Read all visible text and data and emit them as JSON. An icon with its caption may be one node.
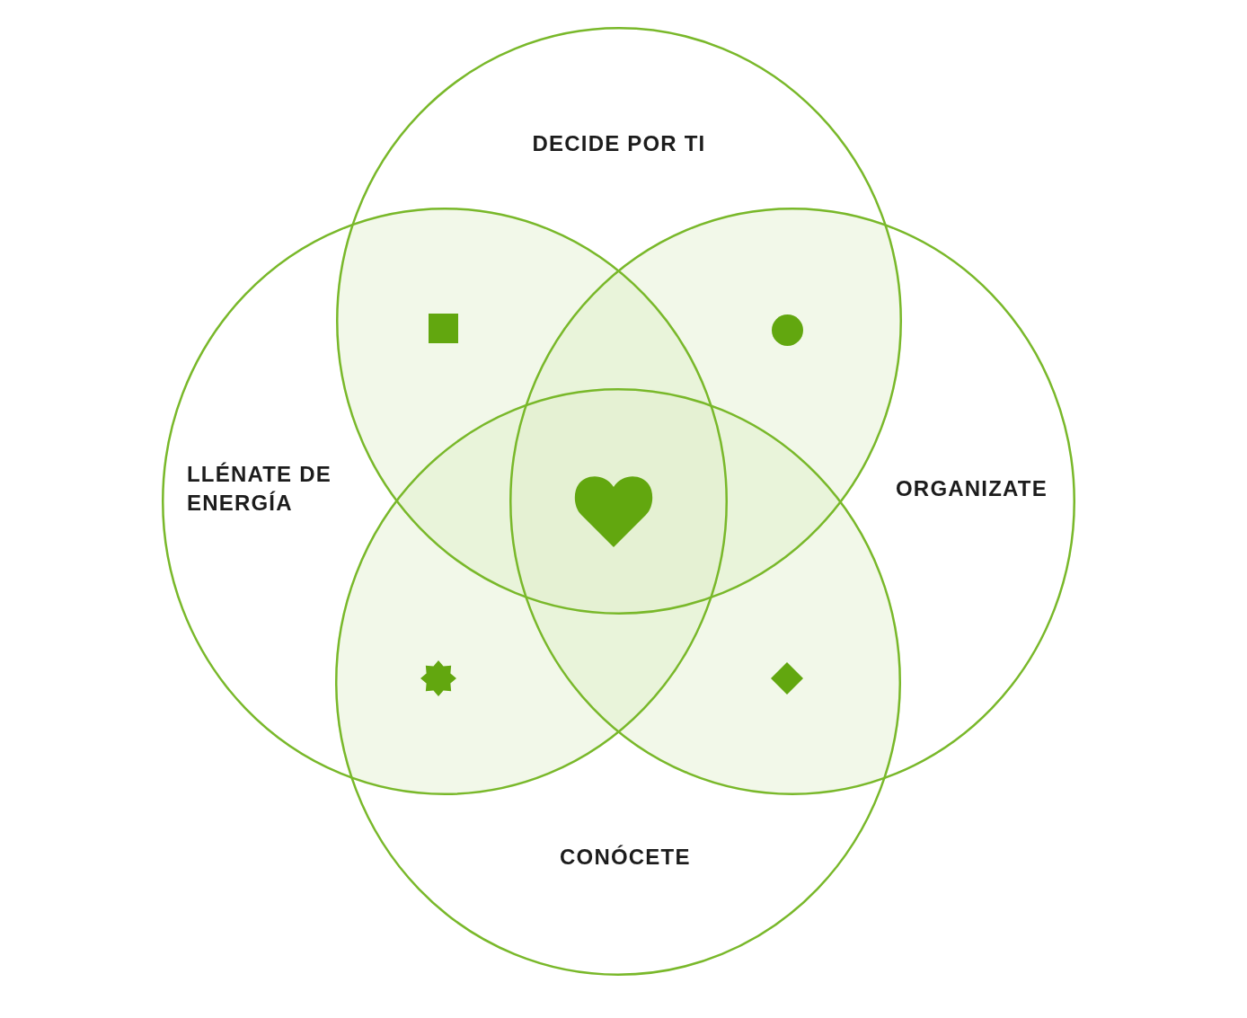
{
  "diagram": {
    "nodes": [
      {
        "text": [
          "DECIDE POR TI"
        ]
      },
      {
        "text": [
          "LLÉNATE DE ENERGÍA"
        ]
      },
      {
        "text": [
          "ORGANIZATE"
        ]
      },
      {
        "text": [
          "CONÓCETE"
        ]
      }
    ]
  }
}
